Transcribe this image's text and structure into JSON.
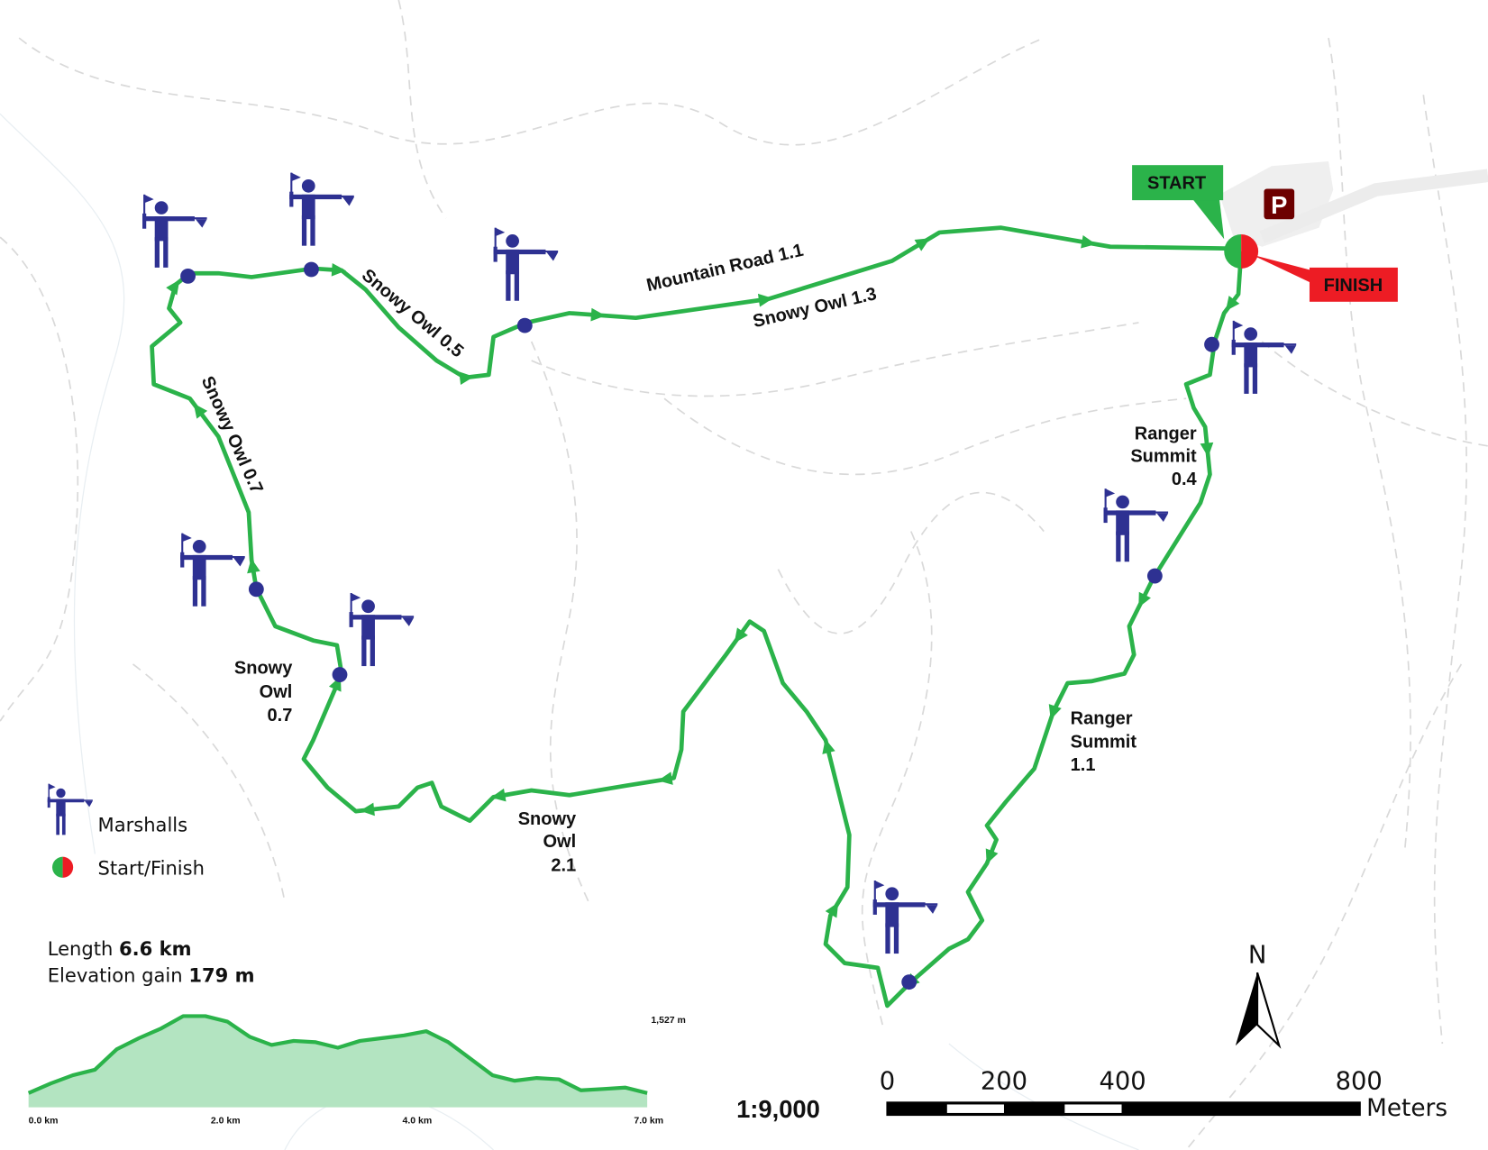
{
  "route_labels": {
    "mountain_road": "Mountain Road 1.1",
    "snowy_owl_13": "Snowy Owl  1.3",
    "snowy_owl_05": "Snowy Owl  0.5",
    "snowy_owl_07_top": "Snowy Owl 0.7",
    "snowy_owl_07_a": "Snowy",
    "snowy_owl_07_b": "Owl",
    "snowy_owl_07_c": "0.7",
    "snowy_owl_21_a": "Snowy",
    "snowy_owl_21_b": "Owl",
    "snowy_owl_21_c": "2.1",
    "ranger_04_a": "Ranger",
    "ranger_04_b": "Summit",
    "ranger_04_c": "0.4",
    "ranger_11_a": "Ranger",
    "ranger_11_b": "Summit",
    "ranger_11_c": "1.1"
  },
  "callouts": {
    "start": "START",
    "finish": "FINISH",
    "parking": "P"
  },
  "legend": {
    "marshalls": "Marshalls",
    "start_finish": "Start/Finish"
  },
  "stats": {
    "length_label": "Length",
    "length_value": "6.6 km",
    "gain_label": "Elevation gain",
    "gain_value": "179 m"
  },
  "scale": {
    "ratio": "1:9,000",
    "ticks": [
      "0",
      "200",
      "400",
      "800"
    ],
    "unit": "Meters",
    "north": "N"
  },
  "colors": {
    "route": "#2bb34a",
    "marshal": "#2e3192",
    "start": "#2bb34a",
    "finish": "#ed1c24",
    "parking": "#6d0000",
    "profile_fill": "#b3e4c1"
  },
  "chart_data": {
    "type": "area",
    "title": "Elevation profile",
    "xlabel": "km",
    "ylabel": "m",
    "max_label": "1,527 m",
    "x_tick_labels": [
      "0.0 km",
      "2.0 km",
      "4.0 km",
      "7.0 km"
    ],
    "xlim": [
      0,
      7
    ],
    "x": [
      0,
      0.25,
      0.5,
      0.75,
      1,
      1.25,
      1.5,
      1.75,
      2,
      2.25,
      2.5,
      2.75,
      3,
      3.25,
      3.5,
      3.75,
      4,
      4.25,
      4.5,
      4.75,
      5,
      5.25,
      5.5,
      5.75,
      6,
      6.25,
      6.5,
      6.75,
      7
    ],
    "y": [
      1411,
      1425,
      1437,
      1445,
      1475,
      1491,
      1505,
      1523,
      1523,
      1515,
      1493,
      1481,
      1487,
      1485,
      1477,
      1487,
      1491,
      1495,
      1501,
      1485,
      1461,
      1437,
      1429,
      1433,
      1431,
      1415,
      1417,
      1419,
      1411
    ]
  }
}
